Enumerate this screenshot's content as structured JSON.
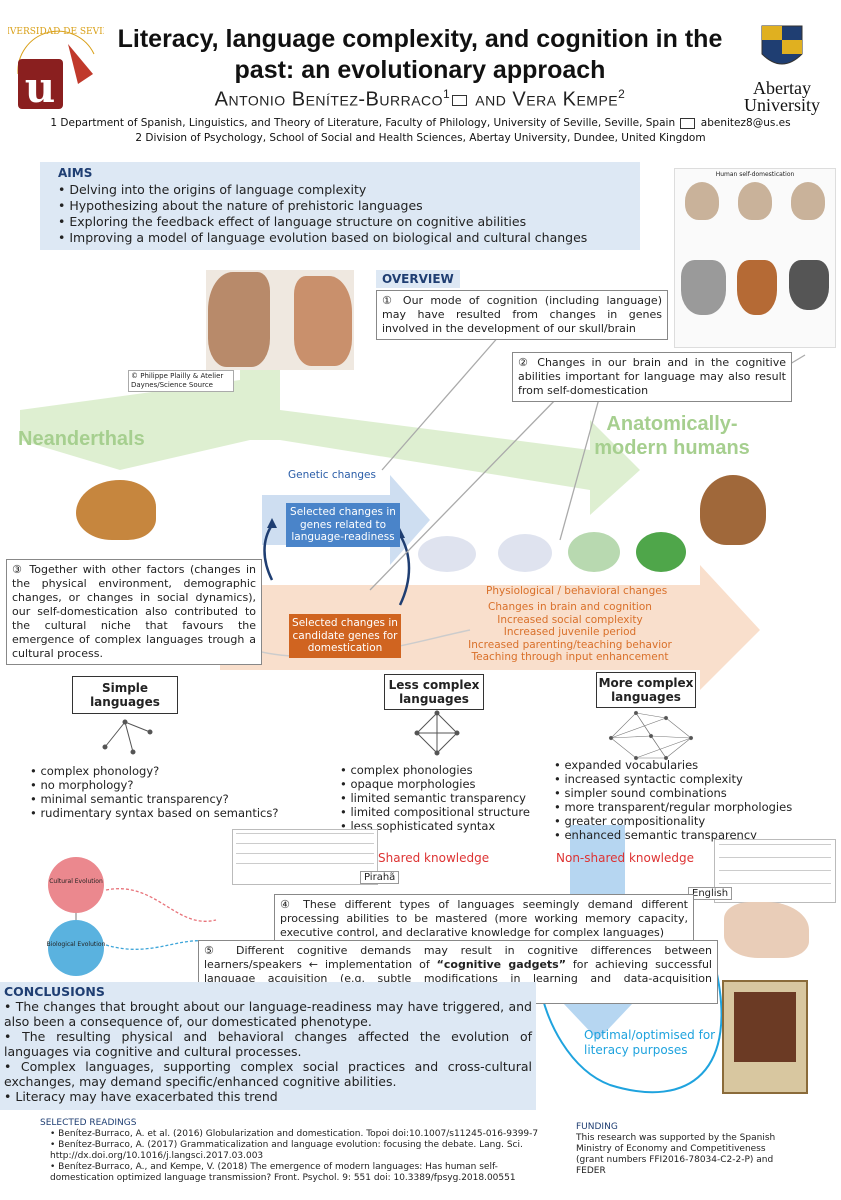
{
  "header": {
    "title": "Literacy, language complexity, and cognition in the past: an evolutionary approach",
    "author1": "Antonio Benítez-Burraco",
    "author1_sup": "1",
    "and": "and",
    "author2": "Vera Kempe",
    "author2_sup": "2",
    "affil1": "1 Department of Spanish, Linguistics, and Theory of Literature, Faculty of Philology, University of Seville, Seville, Spain",
    "email": "abenitez8@us.es",
    "affil2": "2 Division of Psychology, School of Social and Health Sciences, Abertay University, Dundee, United Kingdom",
    "logo_left_text": "UNIVERSIDAD DE SEVILLA",
    "logo_right_line1": "Abertay",
    "logo_right_line2": "University"
  },
  "aims": {
    "heading": "AIMS",
    "items": [
      "Delving into the origins of language complexity",
      "Hypothesizing about the nature of prehistoric languages",
      "Exploring the feedback effect of language structure on cognitive abilities",
      "Improving a model of language evolution based on biological and cultural changes"
    ]
  },
  "photo_credit": "© Philippe Plailly & Atelier Daynes/Science Source",
  "overview": {
    "heading": "OVERVIEW",
    "p1": "① Our mode of cognition (including language) may have resulted from changes in genes involved in the development of our skull/brain",
    "p2": "② Changes in our brain and in the cognitive abilities important for language may also result from self-domestication",
    "p3": "③ Together with other factors (changes in the physical environment, demographic changes, or changes in social dynamics), our self-domestication also contributed to the cultural niche that favours the emergence of complex languages trough a cultural process.",
    "p4": "④ These different types of languages seemingly demand different processing abilities to be mastered (more working memory capacity, executive control, and declarative knowledge for complex languages)",
    "p5a": "⑤ Different cognitive demands may result in cognitive differences between learners/speakers ← implementation of ",
    "p5b": "“cognitive gadgets”",
    "p5c": " for achieving successful language acquisition (e.g. subtle modifications in learning and data-acquisition mechanisms like attentional focus or memory resources)"
  },
  "labels": {
    "neanderthals": "Neanderthals",
    "amh": "Anatomically-modern humans",
    "genetic": "Genetic changes",
    "selected_lang": "Selected changes in genes related to language-readiness",
    "selected_dom": "Selected changes in candidate genes for domestication",
    "physio": "Physiological / behavioral changes",
    "shared": "Shared knowledge",
    "nonshared": "Non-shared knowledge",
    "piraha": "Pirahã",
    "english": "English",
    "optimal": "Optimal/optimised for literacy purposes",
    "selfdom_title": "Human self-domestication"
  },
  "physio_items": [
    "Changes in brain and cognition",
    "Increased social complexity",
    "Increased juvenile period",
    "Increased parenting/teaching behavior",
    "Teaching through input enhancement"
  ],
  "languages": [
    {
      "label": "Simple languages",
      "items": [
        "complex phonology?",
        "no morphology?",
        "minimal semantic transparency?",
        "rudimentary syntax based on semantics?"
      ]
    },
    {
      "label": "Less complex languages",
      "items": [
        "complex phonologies",
        "opaque morphologies",
        "limited semantic transparency",
        "limited compositional structure",
        "less sophisticated syntax"
      ]
    },
    {
      "label": "More complex languages",
      "items": [
        "expanded vocabularies",
        "increased syntactic complexity",
        "simpler sound combinations",
        "more transparent/regular morphologies",
        "greater compositionality",
        "enhanced semantic transparency"
      ]
    }
  ],
  "venn": {
    "a": "Cultural Evolution",
    "b": "Biological Evolution"
  },
  "conclusions": {
    "heading": "CONCLUSIONS",
    "items": [
      "The changes that brought about our language-readiness may have triggered, and also been a consequence of, our domesticated phenotype.",
      "The resulting physical and behavioral changes affected the evolution of languages via cognitive and cultural processes.",
      "Complex languages, supporting complex social practices and cross-cultural exchanges, may demand specific/enhanced cognitive abilities.",
      "Literacy may have exacerbated this trend"
    ]
  },
  "readings": {
    "heading": "SELECTED READINGS",
    "items": [
      "Benítez-Burraco, A. et al. (2016) Globularization and domestication. Topoi doi:10.1007/s11245-016-9399-7",
      "Benítez-Burraco, A. (2017) Grammaticalization and language evolution: focusing the debate. Lang. Sci. http://dx.doi.org/10.1016/j.langsci.2017.03.003",
      "Benítez-Burraco, A., and Kempe, V. (2018) The emergence of modern languages: Has human self-domestication optimized language transmission? Front. Psychol. 9: 551 doi: 10.3389/fpsyg.2018.00551"
    ]
  },
  "funding": {
    "heading": "FUNDING",
    "text": "This research was supported by the Spanish Ministry of Economy and Competitiveness (grant numbers FFI2016-78034-C2-2-P) and FEDER"
  },
  "colors": {
    "accent_blue": "#1f3e72",
    "green": "#a6cf8f",
    "orange": "#d9702a",
    "light_blue": "#dde8f4"
  }
}
